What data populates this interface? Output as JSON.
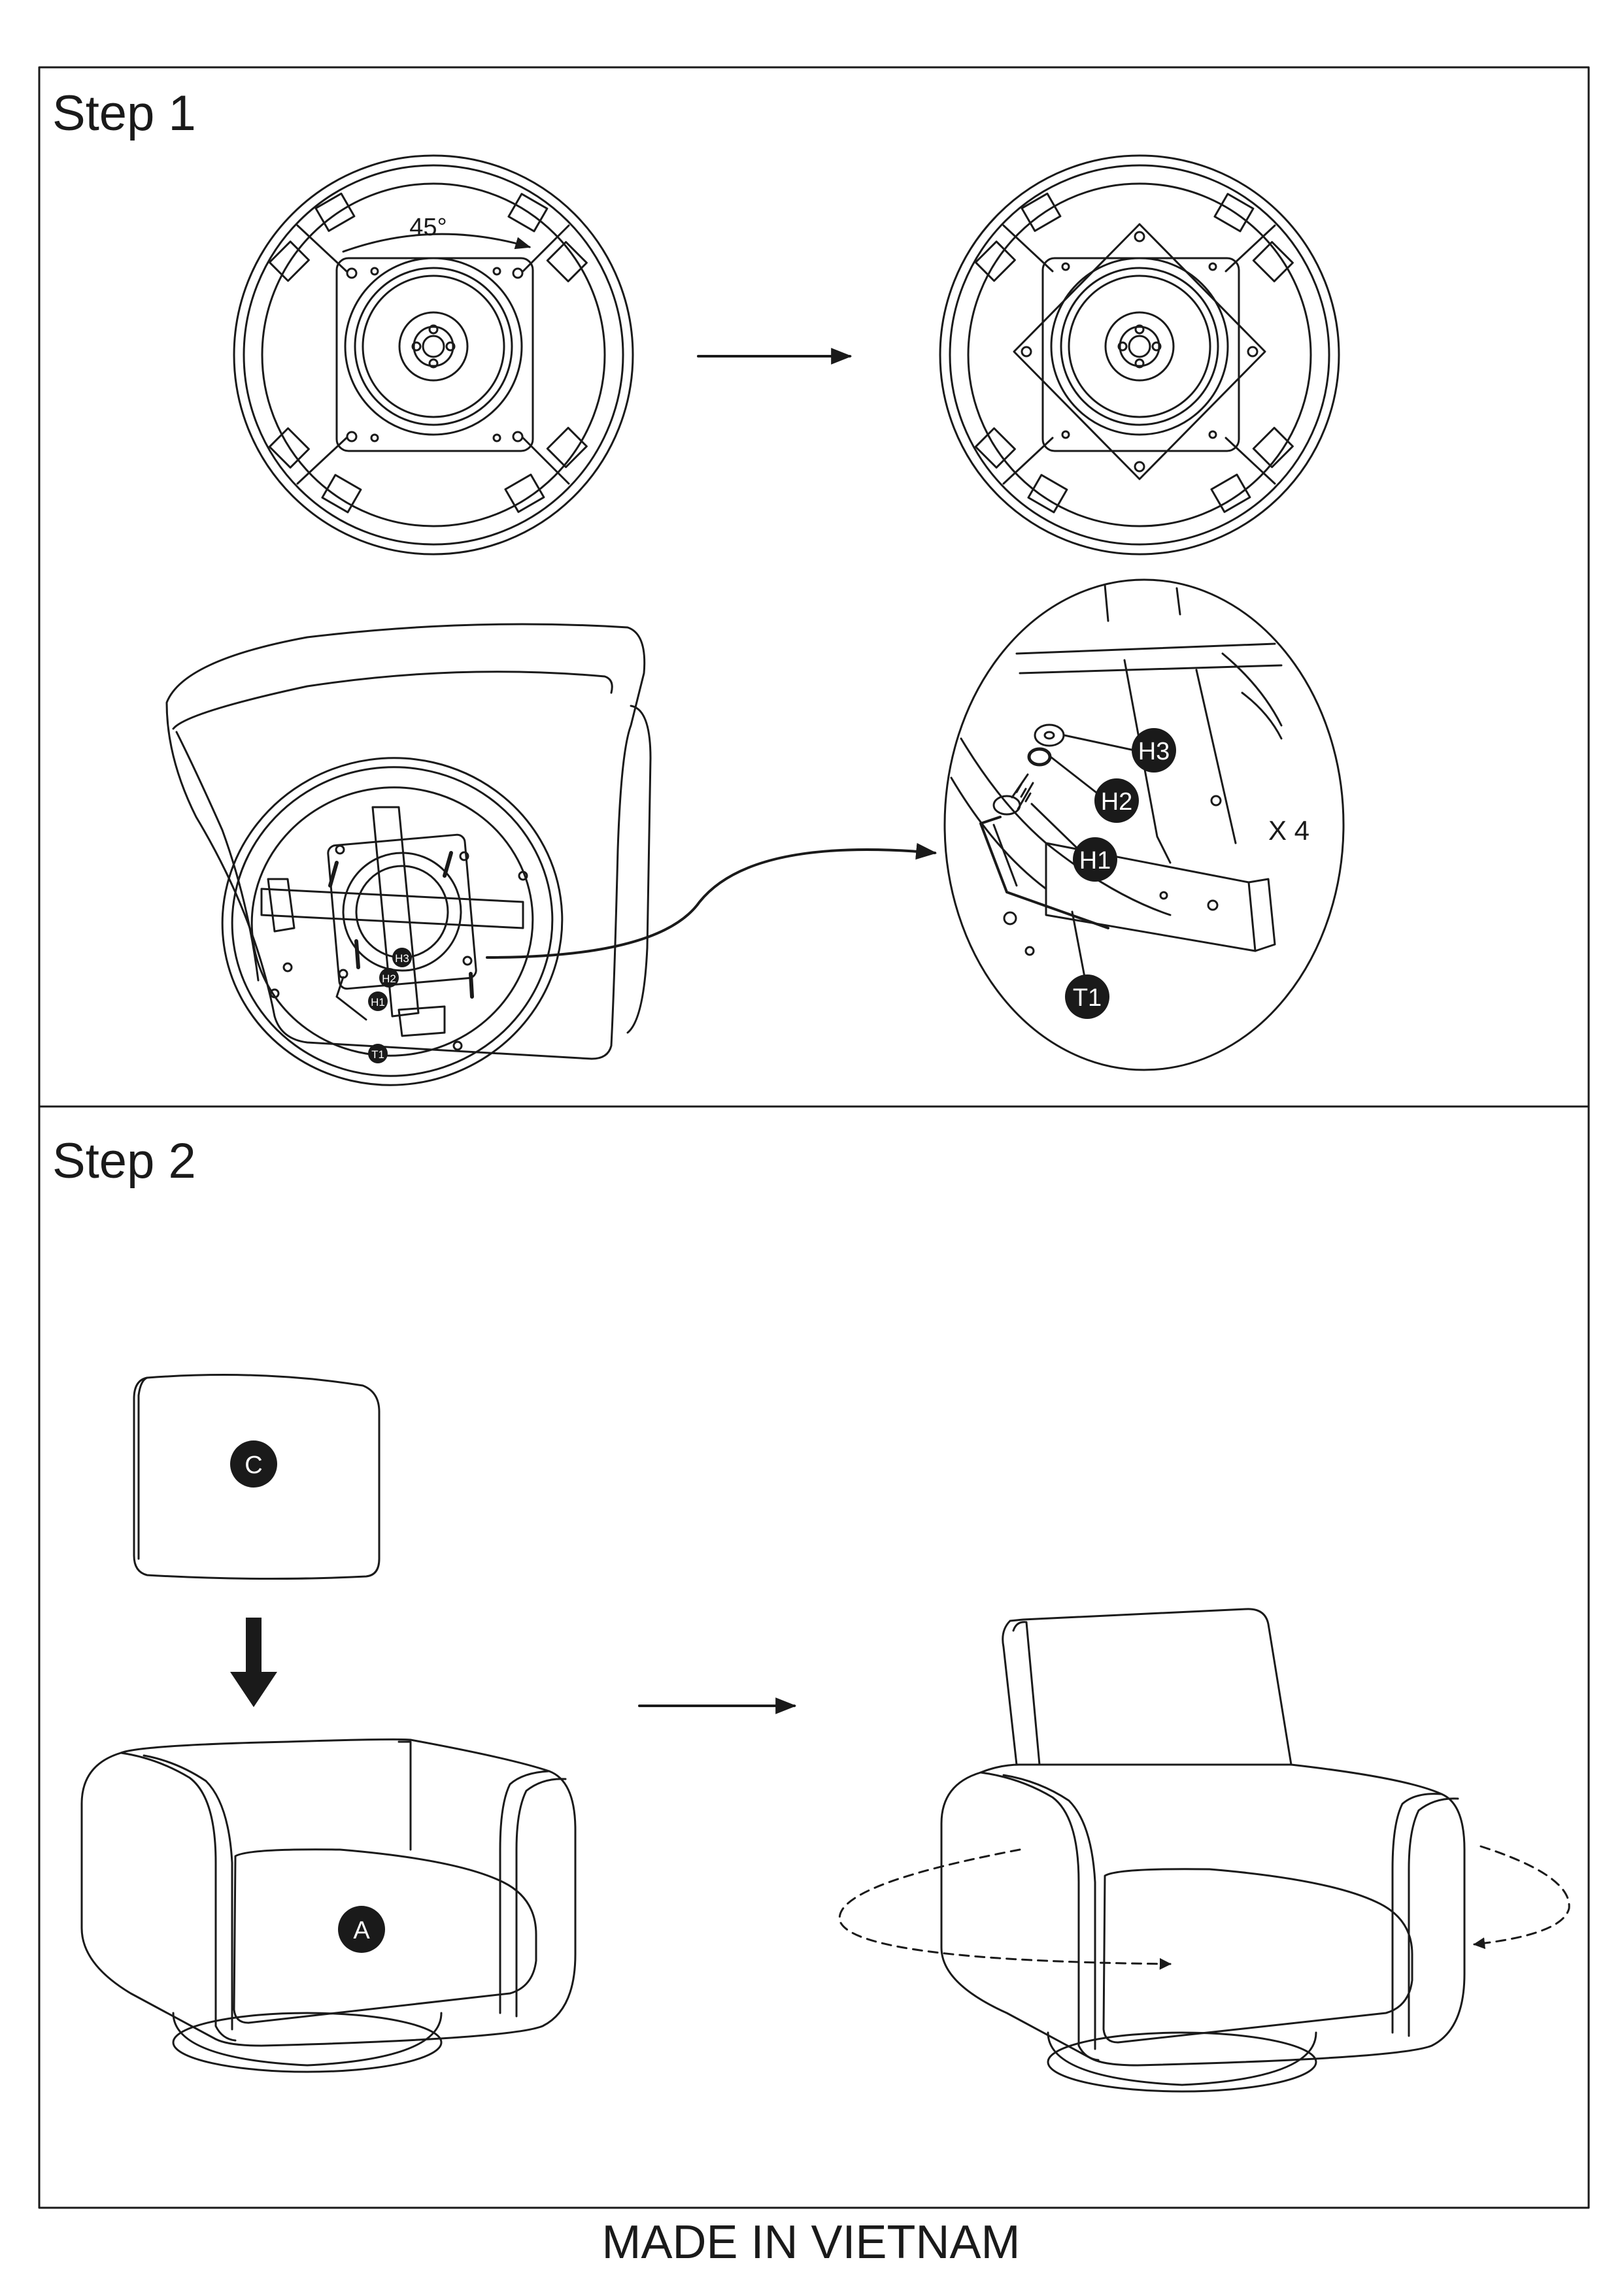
{
  "steps": [
    {
      "title": "Step 1"
    },
    {
      "title": "Step 2"
    }
  ],
  "step1": {
    "rotation_label": "45°",
    "callouts": {
      "h3": "H3",
      "h2": "H2",
      "h1": "H1",
      "t1": "T1"
    },
    "quantity_label": "X 4"
  },
  "step2": {
    "callouts": {
      "c": "C",
      "a": "A"
    }
  },
  "footer": {
    "origin": "MADE IN VIETNAM"
  }
}
